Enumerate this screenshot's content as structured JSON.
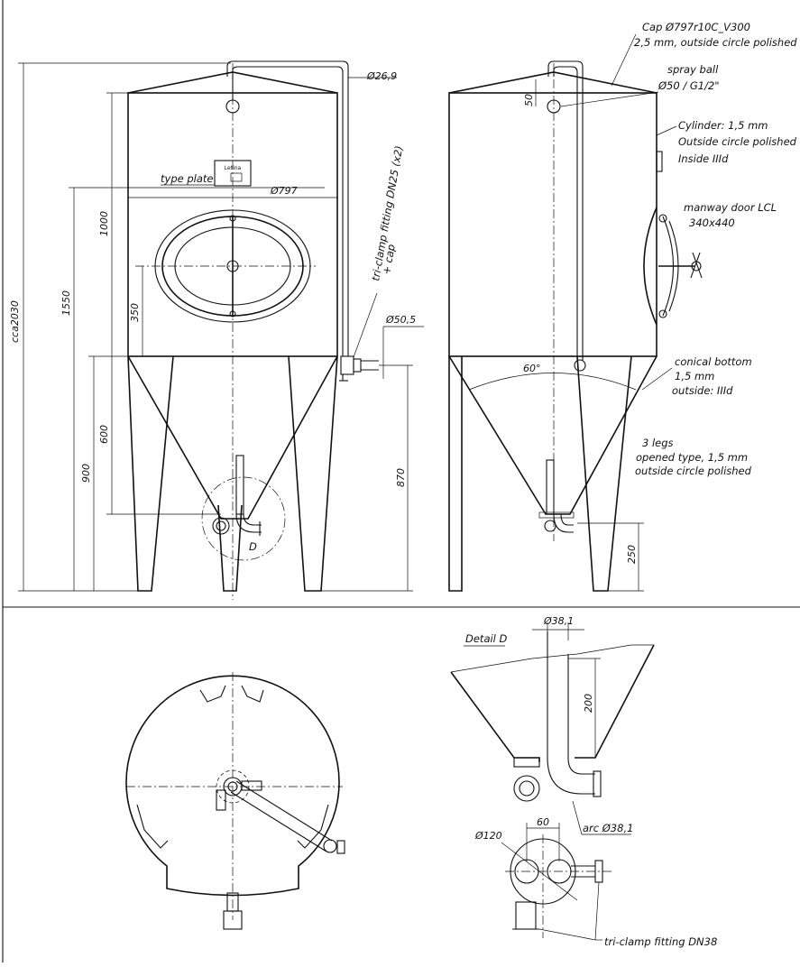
{
  "annotations": {
    "cap_line1": "Cap Ø797r10C_V300",
    "cap_line2": "2,5 mm, outside circle polished",
    "spray_ball_line1": "spray ball",
    "spray_ball_line2": "Ø50 / G1/2\"",
    "cylinder_line1": "Cylinder: 1,5 mm",
    "cylinder_line2": "Outside circle polished",
    "cylinder_line3": "Inside IIId",
    "manway_line1": "manway door LCL",
    "manway_line2": "340x440",
    "conical_line1": "conical bottom",
    "conical_line2": "1,5 mm",
    "conical_line3": "outside: IIId",
    "legs_line1": "3 legs",
    "legs_line2": "opened type, 1,5 mm",
    "legs_line3": "outside circle polished",
    "type_plate": "type plate",
    "tri_clamp_line1": "tri-clamp fitting DN25 (x2)",
    "tri_clamp_line2": "+ cap",
    "detail_marker": "D",
    "detail_title": "Detail D",
    "arc_label": "arc Ø38,1",
    "tri_clamp_dn38": "tri-clamp fitting DN38",
    "plate_brand": "Letina"
  },
  "dimensions": {
    "overall_height": "cca2030",
    "height_1550": "1550",
    "height_1000": "1000",
    "height_900": "900",
    "height_600": "600",
    "height_350": "350",
    "height_870": "870",
    "height_250": "250",
    "height_50": "50",
    "diameter_797": "Ø797",
    "pipe_26_9": "Ø26,9",
    "pipe_50_5": "Ø50,5",
    "angle_60": "60°",
    "pipe_38_1": "Ø38,1",
    "length_200": "200",
    "offset_60": "60",
    "diameter_120": "Ø120"
  }
}
